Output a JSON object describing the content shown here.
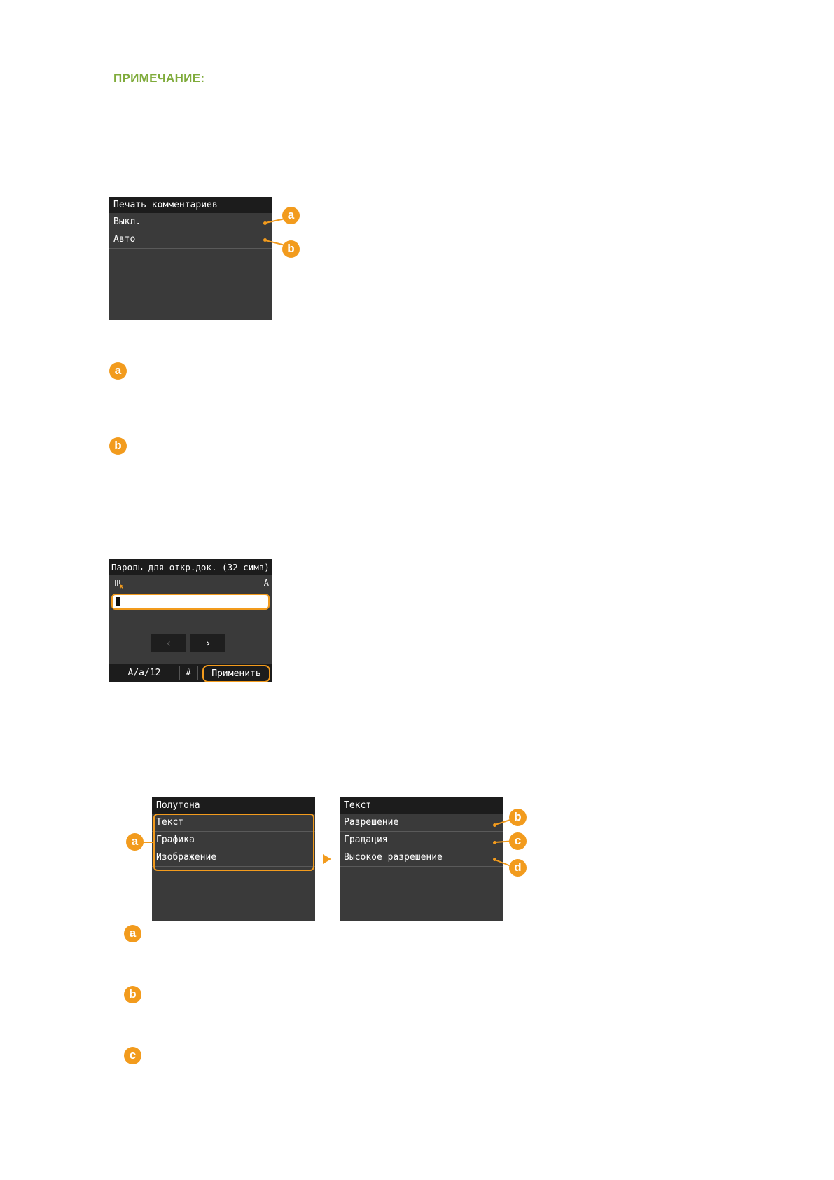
{
  "note_heading": "ПРИМЕЧАНИЕ:",
  "screen1": {
    "title": "Печать комментариев",
    "items": [
      "Выкл.",
      "Авто"
    ],
    "callouts": [
      "a",
      "b"
    ]
  },
  "legend1": [
    "a",
    "b"
  ],
  "screen2": {
    "title": "Пароль для откр.док. (32 симв)",
    "mode_indicator": "A",
    "prev_arrow": "‹",
    "next_arrow": "›",
    "input_mode": "A/a/12",
    "symbol_key": "#",
    "apply_label": "Применить"
  },
  "screen3": {
    "title": "Полутона",
    "items": [
      "Текст",
      "Графика",
      "Изображение"
    ],
    "callout": "a"
  },
  "screen4": {
    "title": "Текст",
    "items": [
      "Разрешение",
      "Градация",
      "Высокое разрешение"
    ],
    "callouts": [
      "b",
      "c",
      "d"
    ]
  },
  "legend2": [
    "a",
    "b",
    "c"
  ],
  "colors": {
    "accent": "#f29b1d",
    "note_green": "#7fab3b",
    "screen_bg": "#3a3a3a",
    "title_bar": "#1c1c1c"
  }
}
